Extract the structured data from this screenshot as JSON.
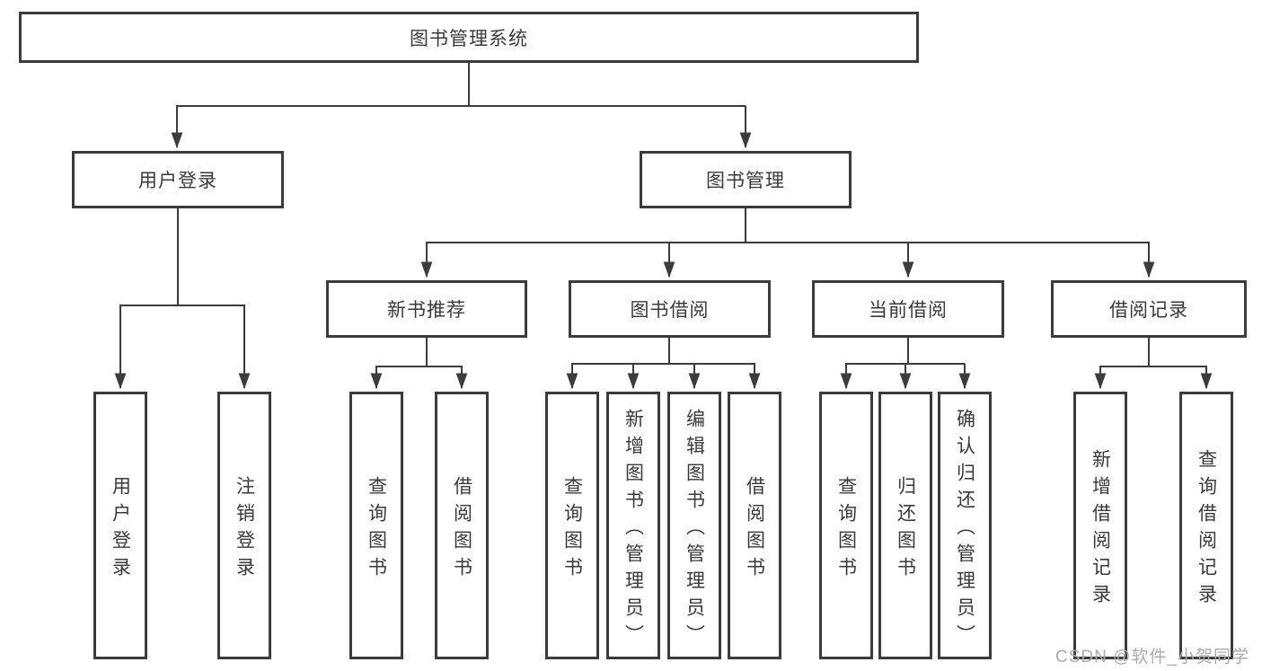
{
  "colors": {
    "box_border": "#3c3c3c",
    "box_fill": "#ffffff",
    "text": "#3a3a3a",
    "connector_line": "#3c3c3c",
    "watermark": "#a7abb2"
  },
  "tree": {
    "root": {
      "label": "图书管理系统"
    },
    "children": [
      {
        "label": "用户登录",
        "children": [
          {
            "label": "用户登录"
          },
          {
            "label": "注销登录"
          }
        ]
      },
      {
        "label": "图书管理",
        "children": [
          {
            "label": "新书推荐",
            "children": [
              {
                "label": "查询图书"
              },
              {
                "label": "借阅图书"
              }
            ]
          },
          {
            "label": "图书借阅",
            "children": [
              {
                "label": "查询图书"
              },
              {
                "label": "新增图书（管理员）"
              },
              {
                "label": "编辑图书（管理员）"
              },
              {
                "label": "借阅图书"
              }
            ]
          },
          {
            "label": "当前借阅",
            "children": [
              {
                "label": "查询图书"
              },
              {
                "label": "归还图书"
              },
              {
                "label": "确认归还（管理员）"
              }
            ]
          },
          {
            "label": "借阅记录",
            "children": [
              {
                "label": "新增借阅记录"
              },
              {
                "label": "查询借阅记录"
              }
            ]
          }
        ]
      }
    ]
  },
  "watermark": {
    "text": "CSDN @软件_小贺同学"
  }
}
